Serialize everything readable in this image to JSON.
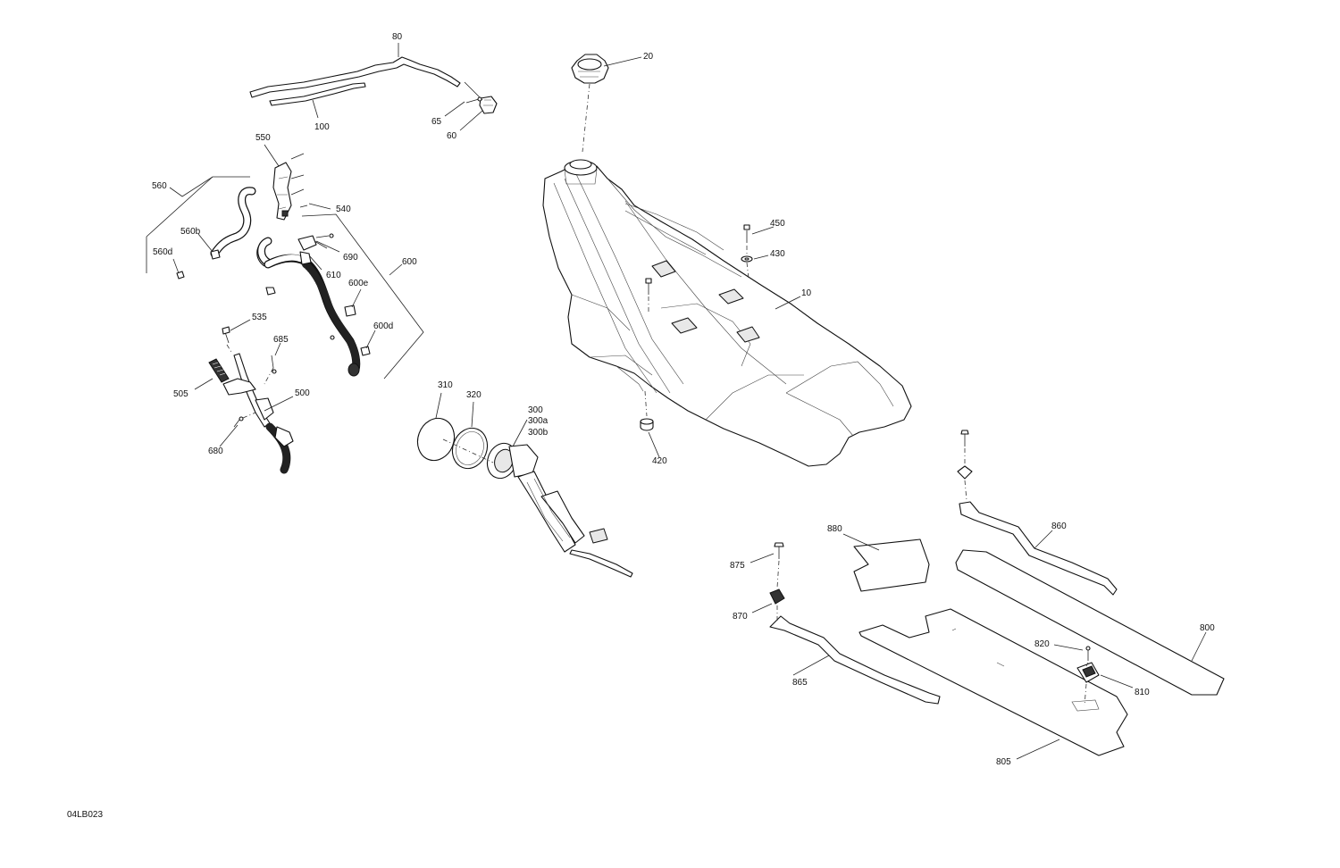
{
  "diagram_code": "04LB023",
  "callouts": {
    "c80": "80",
    "c100": "100",
    "c65": "65",
    "c60": "60",
    "c20": "20",
    "c550": "550",
    "c560": "560",
    "c540": "540",
    "c560b": "560b",
    "c560d": "560d",
    "c690": "690",
    "c610": "610",
    "c600": "600",
    "c600e": "600e",
    "c600d": "600d",
    "c535": "535",
    "c685": "685",
    "c505": "505",
    "c500": "500",
    "c680": "680",
    "c310": "310",
    "c320": "320",
    "c300": "300",
    "c300a": "300a",
    "c300b": "300b",
    "c450": "450",
    "c430": "430",
    "c10": "10",
    "c420": "420",
    "c860": "860",
    "c880": "880",
    "c875": "875",
    "c870": "870",
    "c865": "865",
    "c800": "800",
    "c820": "820",
    "c810": "810",
    "c805": "805"
  }
}
